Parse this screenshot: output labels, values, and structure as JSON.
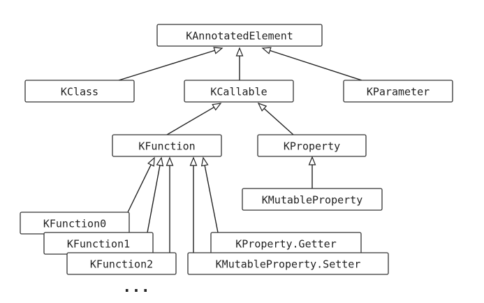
{
  "diagram": {
    "nodes": [
      {
        "id": "kannotatedelement",
        "label": "KAnnotatedElement"
      },
      {
        "id": "kclass",
        "label": "KClass"
      },
      {
        "id": "kcallable",
        "label": "KCallable"
      },
      {
        "id": "kparameter",
        "label": "KParameter"
      },
      {
        "id": "kfunction",
        "label": "KFunction"
      },
      {
        "id": "kproperty",
        "label": "KProperty"
      },
      {
        "id": "kmutableproperty",
        "label": "KMutableProperty"
      },
      {
        "id": "kfunction0",
        "label": "KFunction0"
      },
      {
        "id": "kfunction1",
        "label": "KFunction1"
      },
      {
        "id": "kfunction2",
        "label": "KFunction2"
      },
      {
        "id": "kproperty-getter",
        "label": "KProperty.Getter"
      },
      {
        "id": "kmutableproperty-setter",
        "label": "KMutableProperty.Setter"
      }
    ],
    "edges": [
      {
        "from": "kclass",
        "to": "kannotatedelement"
      },
      {
        "from": "kcallable",
        "to": "kannotatedelement"
      },
      {
        "from": "kparameter",
        "to": "kannotatedelement"
      },
      {
        "from": "kfunction",
        "to": "kcallable"
      },
      {
        "from": "kproperty",
        "to": "kcallable"
      },
      {
        "from": "kmutableproperty",
        "to": "kproperty"
      },
      {
        "from": "kfunction0",
        "to": "kfunction"
      },
      {
        "from": "kfunction1",
        "to": "kfunction"
      },
      {
        "from": "kfunction2",
        "to": "kfunction"
      },
      {
        "from": "kmutableproperty-setter",
        "to": "kfunction"
      },
      {
        "from": "kproperty-getter",
        "to": "kfunction"
      }
    ],
    "ellipsis": "..."
  }
}
